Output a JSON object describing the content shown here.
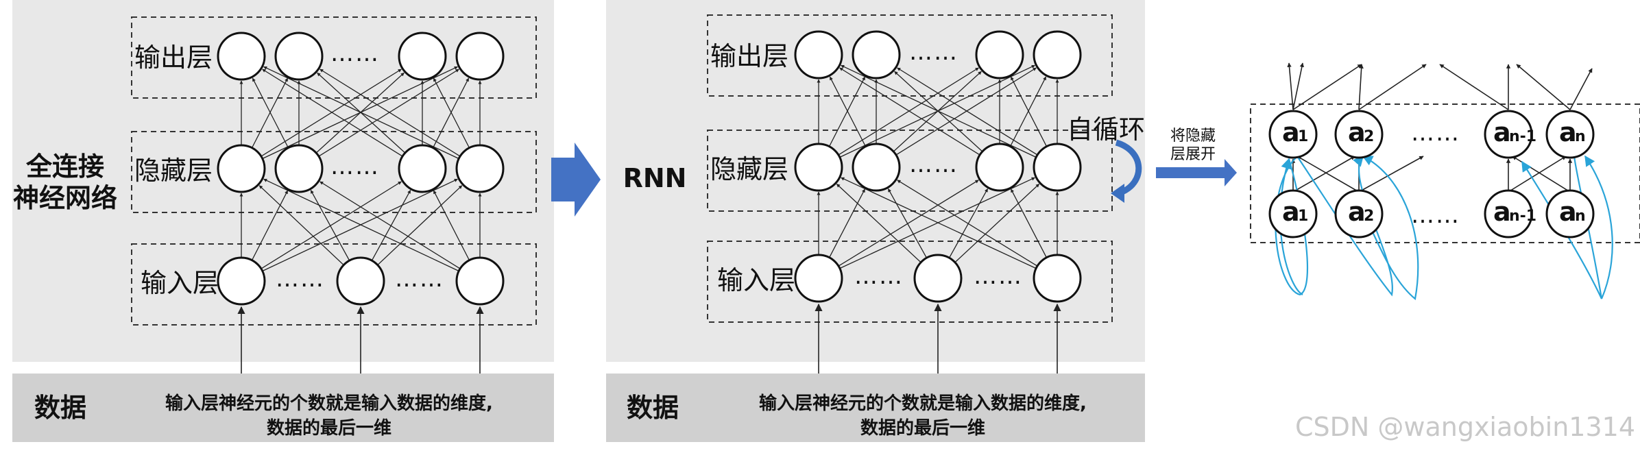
{
  "left": {
    "title_line1": "全连接",
    "title_line2": "神经网络",
    "output_label": "输出层",
    "hidden_label": "隐藏层",
    "input_label": "输入层",
    "dots": "……",
    "data_label": "数据",
    "data_desc_line1": "输入层神经元的个数就是输入数据的维度,",
    "data_desc_line2": "数据的最后一维"
  },
  "middle": {
    "title": "RNN",
    "output_label": "输出层",
    "hidden_label": "隐藏层",
    "input_label": "输入层",
    "dots": "……",
    "self_loop_label": "自循环",
    "data_label": "数据",
    "data_desc_line1": "输入层神经元的个数就是输入数据的维度,",
    "data_desc_line2": "数据的最后一维"
  },
  "right": {
    "unfold_label_line1": "将隐藏",
    "unfold_label_line2": "层展开",
    "top_nodes": [
      {
        "main": "a",
        "sub": "1"
      },
      {
        "main": "a",
        "sub": "2"
      },
      {
        "main": "a",
        "sub": "n-1"
      },
      {
        "main": "a",
        "sub": "n"
      }
    ],
    "bottom_nodes": [
      {
        "main": "a",
        "sub": "1"
      },
      {
        "main": "a",
        "sub": "2"
      },
      {
        "main": "a",
        "sub": "n-1"
      },
      {
        "main": "a",
        "sub": "n"
      }
    ],
    "dots": "……"
  },
  "watermark": "CSDN @wangxiaobin1314",
  "colors": {
    "panel_bg": "#e8e8e8",
    "data_bar_bg": "#d0d0d0",
    "arrow_blue": "#4472c4",
    "recurrence_blue": "#2aa4d8"
  }
}
